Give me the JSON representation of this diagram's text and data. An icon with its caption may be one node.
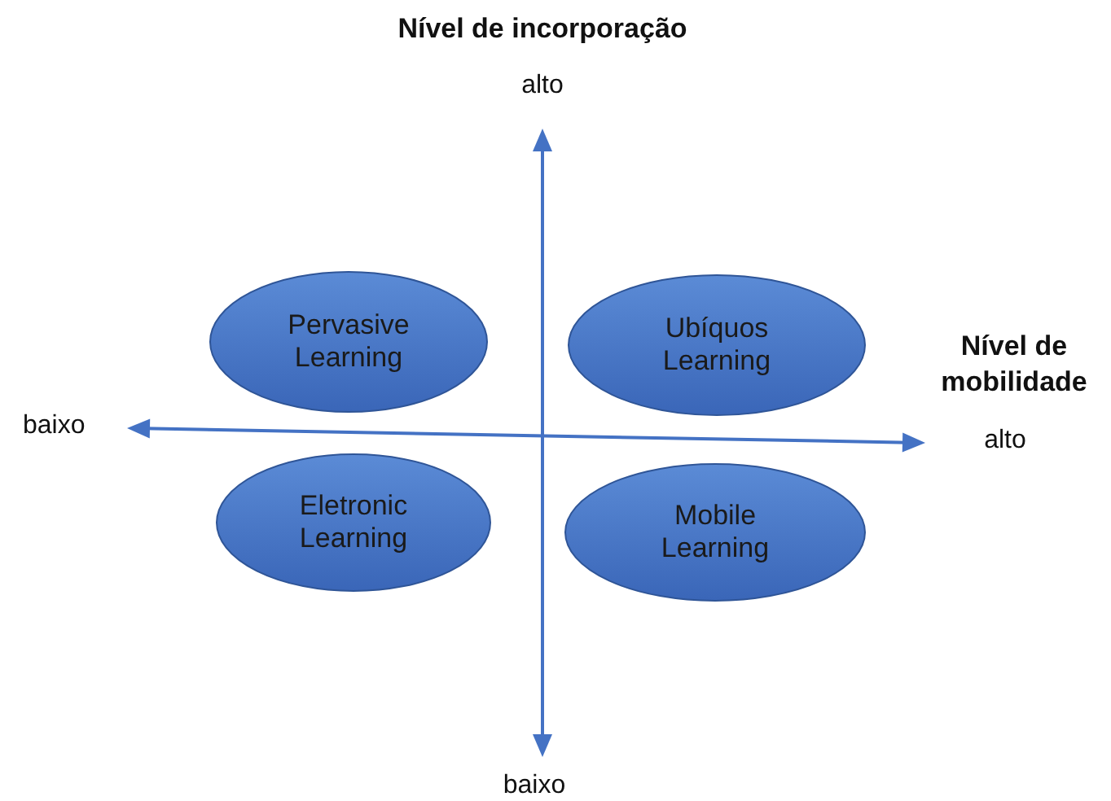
{
  "diagram": {
    "nodes": [
      {
        "text": [
          "Pervasive Learning"
        ]
      },
      {
        "text": [
          "Ubíquos Learning"
        ]
      },
      {
        "text": [
          "Eletronic Learning"
        ]
      },
      {
        "text": [
          "Mobile Learning"
        ]
      }
    ],
    "labels": [
      "Nível de incorporação",
      "alto",
      "Nível de mobilidade",
      "baixo",
      "alto",
      "baixo"
    ]
  }
}
